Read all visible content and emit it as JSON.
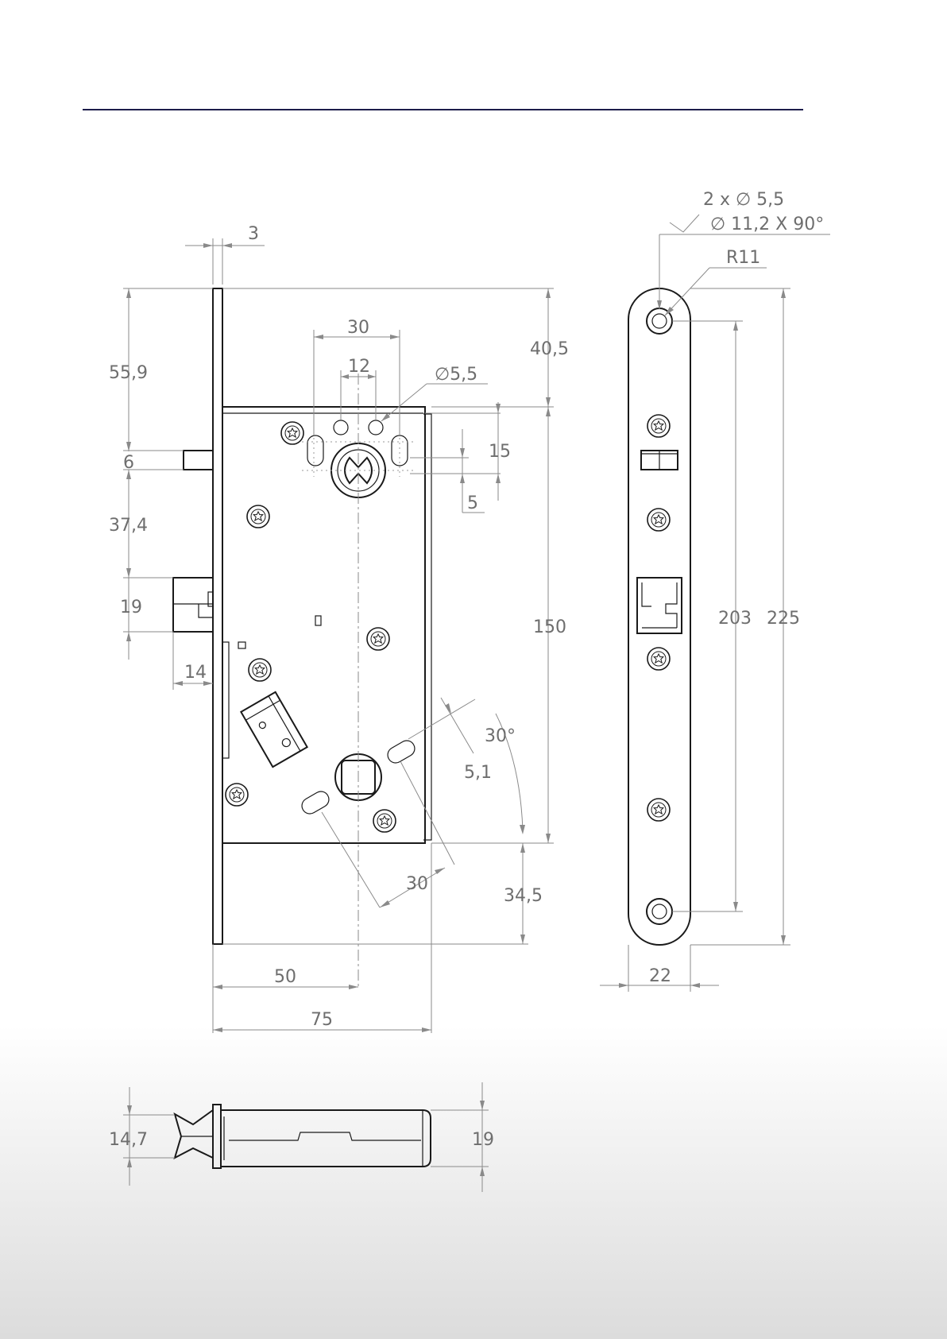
{
  "labels": {
    "front_thickness": "3",
    "top_to_spindle": "55,9",
    "latch_height_small": "6",
    "spindle_to_latch": "37,4",
    "latch_height": "19",
    "latch_throw": "14",
    "hole_spacing_30": "30",
    "hole_spacing_12": "12",
    "hole_diameter": "∅5,5",
    "top_to_case": "40,5",
    "slot_15": "15",
    "slot_5": "5",
    "case_height": "150",
    "angle": "30°",
    "slot_width": "5,1",
    "slot_offset": "30",
    "bottom_offset": "34,5",
    "backset": "50",
    "case_depth": "75",
    "countersink_count": "2 x ∅ 5,5",
    "countersink_spec": "∅ 11,2 X 90°",
    "radius": "R11",
    "hole_centres": "203",
    "plate_length": "225",
    "plate_width": "22",
    "bolt_height": "14,7",
    "bolt_total": "19"
  }
}
